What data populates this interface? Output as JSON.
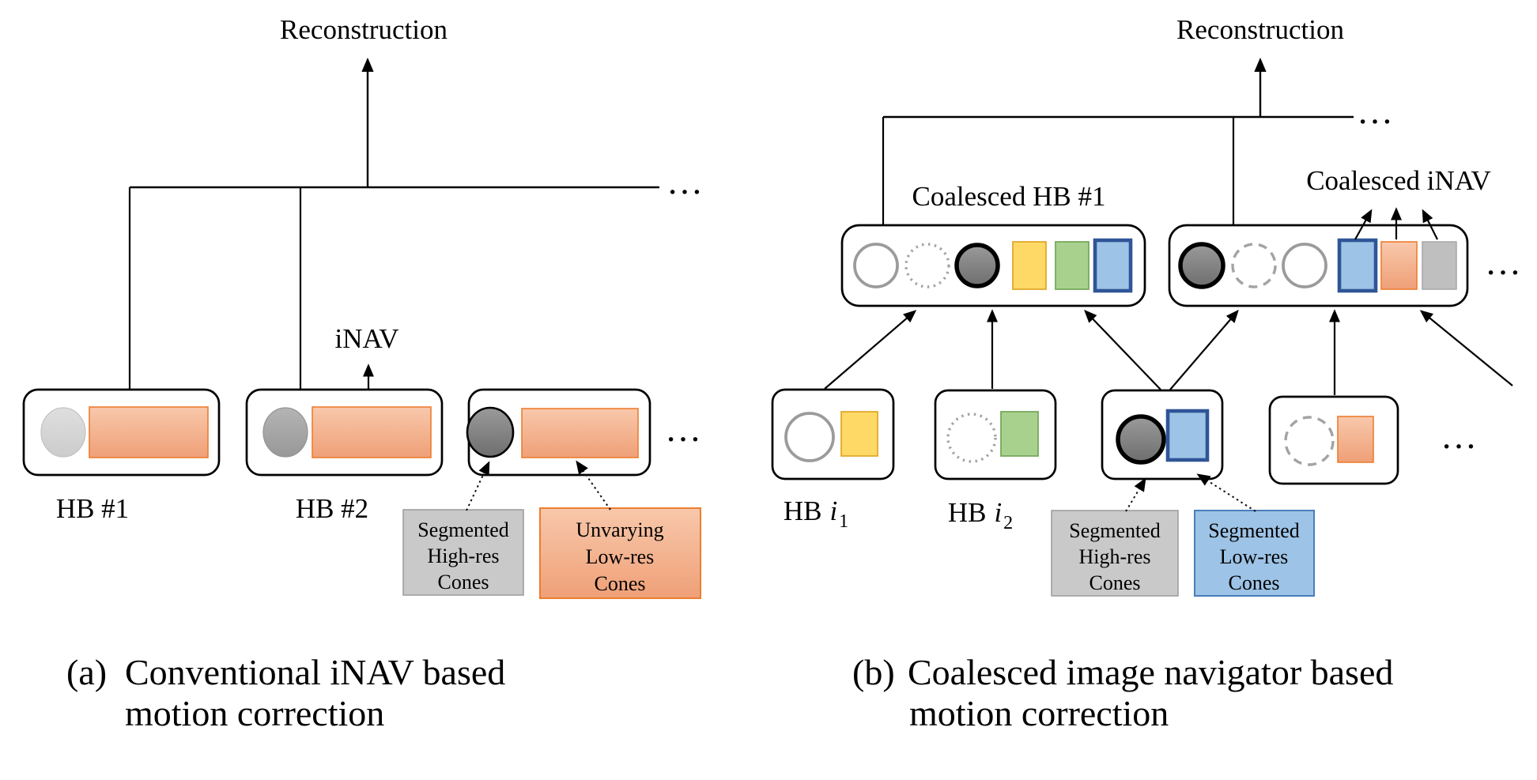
{
  "figure": {
    "panel_a": {
      "reconstruction_label": "Reconstruction",
      "inav_label": "iNAV",
      "hb1_label": "HB #1",
      "hb2_label": "HB #2",
      "ellipsis_line": "…",
      "ellipsis_row": "…",
      "legend_highres": {
        "line1": "Segmented",
        "line2": "High-res",
        "line3": "Cones"
      },
      "legend_lowres": {
        "line1": "Unvarying",
        "line2": "Low-res",
        "line3": "Cones"
      },
      "caption_index": "(a)",
      "caption_line1": "Conventional iNAV based",
      "caption_line2": "motion correction"
    },
    "panel_b": {
      "reconstruction_label": "Reconstruction",
      "coalesced_hb_label": "Coalesced HB #1",
      "coalesced_inav_label": "Coalesced iNAV",
      "hb_i1": {
        "prefix": "HB",
        "variable": "i",
        "subscript": "1"
      },
      "hb_i2": {
        "prefix": "HB",
        "variable": "i",
        "subscript": "2"
      },
      "ellipsis_line": "…",
      "ellipsis_coalesced": "…",
      "ellipsis_row": "…",
      "legend_highres": {
        "line1": "Segmented",
        "line2": "High-res",
        "line3": "Cones"
      },
      "legend_lowres": {
        "line1": "Segmented",
        "line2": "Low-res",
        "line3": "Cones"
      },
      "caption_index": "(b)",
      "caption_line1": "Coalesced image navigator based",
      "caption_line2": "motion correction"
    },
    "colors": {
      "line": "#000000",
      "orange_fill_top": "#F8C8AB",
      "orange_fill_bottom": "#EFA077",
      "orange_stroke": "#ED7D31",
      "yellow_fill": "#FFD966",
      "yellow_stroke": "#E2A92E",
      "green_fill": "#A9D18E",
      "green_stroke": "#76A95C",
      "blue_fill": "#9DC3E6",
      "blue_stroke_thick": "#2F5597",
      "blue_legend_stroke": "#4A7EBB",
      "gray_fill": "#BFBFBF",
      "gray_legend_fill": "#C9C9C9",
      "circle_light": "#D9D9D9",
      "circle_mid": "#A6A6A6",
      "circle_dark": "#808080",
      "circle_outline": "#9B9B9B"
    }
  }
}
